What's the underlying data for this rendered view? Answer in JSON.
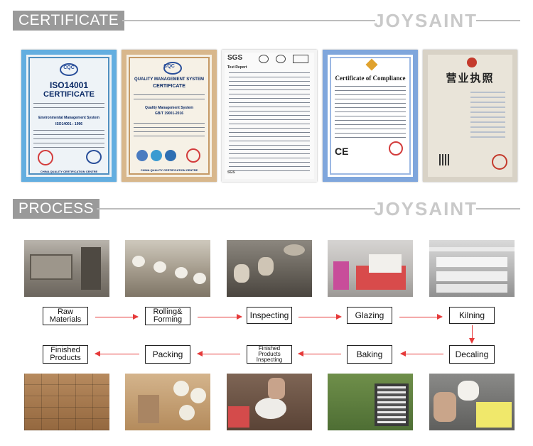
{
  "sections": {
    "certificate": {
      "title": "CERTIFICATE",
      "brand": "JOYSAINT"
    },
    "process": {
      "title": "PROCESS",
      "brand": "JOYSAINT"
    }
  },
  "certificates": [
    {
      "logo": "CQC",
      "heading1": "ISO14001",
      "heading2": "CERTIFICATE",
      "subtitle": "Environmental Management System",
      "code": "ISO14001 : 1996",
      "footer": "CHINA QUALITY CERTIFICATION CENTRE"
    },
    {
      "logo": "CQC",
      "heading1": "QUALITY MANAGEMENT SYSTEM",
      "heading2": "CERTIFICATE",
      "subtitle": "Quality Management System",
      "code": "GB/T 19001-2016",
      "footer": "CHINA QUALITY CERTIFICATION CENTRE"
    },
    {
      "logo": "SGS",
      "heading1": "Test Report",
      "footer": "SGS"
    },
    {
      "heading1": "Certificate of Compliance",
      "mark": "CE"
    },
    {
      "heading1": "营业执照"
    }
  ],
  "process_steps": [
    {
      "id": "raw-materials",
      "label": "Raw Materials",
      "line1": "Raw",
      "line2": "Materials"
    },
    {
      "id": "rolling-forming",
      "label": "Rolling& Forming",
      "line1": "Rolling&",
      "line2": "Forming"
    },
    {
      "id": "inspecting",
      "label": "Inspecting",
      "line1": "Inspecting",
      "line2": ""
    },
    {
      "id": "glazing",
      "label": "Glazing",
      "line1": "Glazing",
      "line2": ""
    },
    {
      "id": "kilning",
      "label": "Kilning",
      "line1": "Kilning",
      "line2": ""
    },
    {
      "id": "decaling",
      "label": "Decaling",
      "line1": "Decaling",
      "line2": ""
    },
    {
      "id": "baking",
      "label": "Baking",
      "line1": "Baking",
      "line2": ""
    },
    {
      "id": "finished-products-inspecting",
      "label": "Finished Products Inspecting",
      "line1": "Finished",
      "line2": "Products",
      "line3": "Inspecting"
    },
    {
      "id": "packing",
      "label": "Packing",
      "line1": "Packing",
      "line2": ""
    },
    {
      "id": "finished-products",
      "label": "Finished Products",
      "line1": "Finished",
      "line2": "Products"
    }
  ],
  "colors": {
    "header_bg": "#9a9a9a",
    "brand": "#c9c9c9",
    "arrow": "#e63a3a",
    "rule": "#bdbdbd"
  }
}
